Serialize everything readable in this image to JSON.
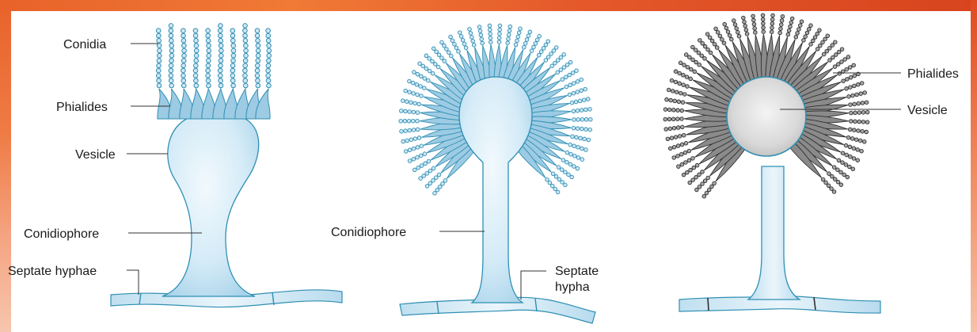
{
  "colors": {
    "blue_fill": "#cfe7f4",
    "blue_deep": "#9ccbe3",
    "blue_stroke": "#2f8fb3",
    "gray_fill": "#8a8a8a",
    "gray_stroke": "#2f2f2f",
    "vesicle_gray": "#d9d9d9",
    "accent_band": "#e8622a"
  },
  "panel1": {
    "conidia": "Conidia",
    "phialides": "Phialides",
    "vesicle": "Vesicle",
    "conidiophore": "Conidiophore",
    "septate_hyphae": "Septate hyphae"
  },
  "panel2": {
    "conidiophore": "Conidiophore",
    "septate": "Septate",
    "hypha": "hypha"
  },
  "panel3": {
    "phialides": "Phialides",
    "vesicle": "Vesicle"
  }
}
